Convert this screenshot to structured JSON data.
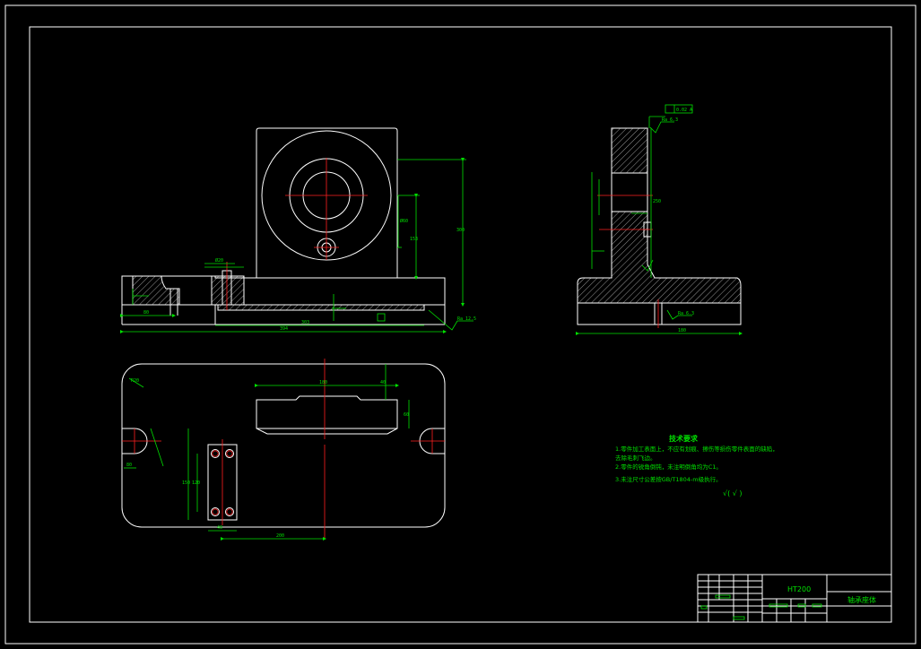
{
  "colors": {
    "background": "#000000",
    "outline": "#ffffff",
    "dimension": "#00e000",
    "centerline": "#ff2020"
  },
  "front_view": {
    "dim_overall": "394",
    "dim_base": "303",
    "dim_height": "300",
    "dim_center": "153",
    "dim_bore": "Ø60",
    "dim_left": "80",
    "dim_hole": "Ø20",
    "roughness": "Ra 12.5"
  },
  "side_view": {
    "dim_height": "250",
    "dim_width": "180",
    "roughness_top": "Ra 6.3",
    "roughness_bottom": "Ra 6.3",
    "tolerance": "0.02 A"
  },
  "top_view": {
    "dim_slot": "180",
    "dim_slot_h": "40",
    "dim_offset": "80",
    "dim_depth": "60",
    "dim_plate_h": "150",
    "dim_plate_w": "40",
    "dim_pitch": "120",
    "dim_left": "R20",
    "dim_x": "200"
  },
  "tech_requirements": {
    "heading": "技术要求",
    "lines": [
      "1.零件加工表面上，不应有划痕、擦伤等损伤零件表面的缺陷，",
      "  去除毛刺飞边。",
      "2.零件的锐角倒钝，未注明倒角均为C1。",
      "3.未注尺寸公差按GB/T1804-m级执行。"
    ],
    "symbol": "√( √ )"
  },
  "title_block": {
    "part_code": "HT200",
    "drawing_name": "轴承座体"
  }
}
